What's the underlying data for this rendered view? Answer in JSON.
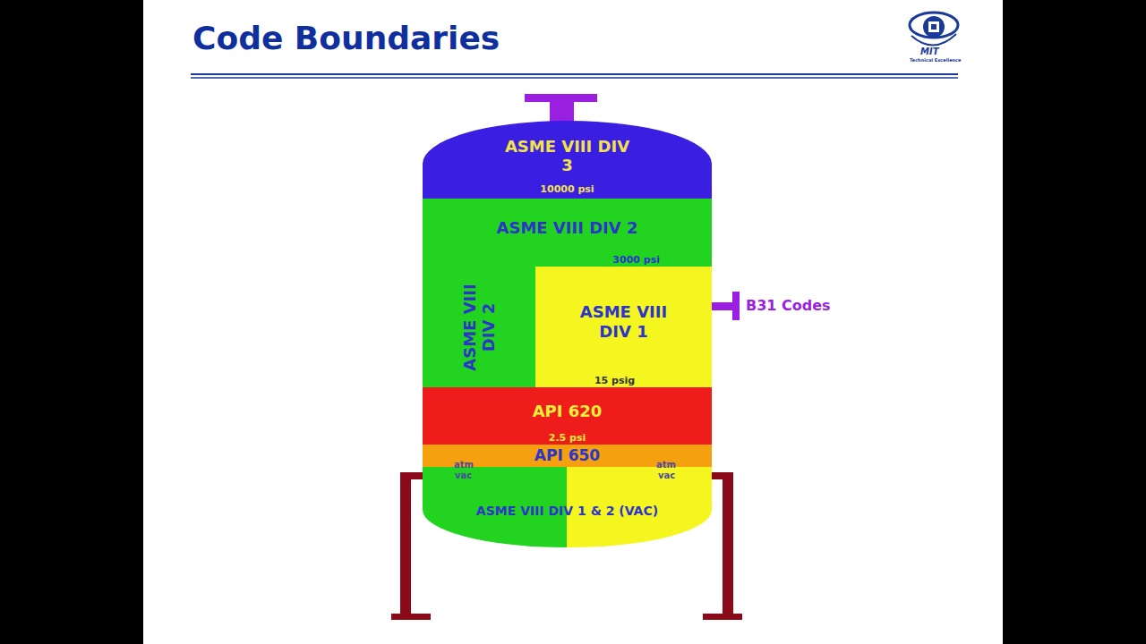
{
  "diagram": {
    "title": "Code Boundaries",
    "nodes": [
      {
        "text": [
          "ASME VIII DIV 3",
          "10000 psi"
        ]
      },
      {
        "text": [
          "ASME VIII DIV 2",
          "3000 psi"
        ]
      },
      {
        "text": [
          "ASME VIII DIV 2"
        ]
      },
      {
        "text": [
          "ASME VIII DIV 1",
          "15 psig"
        ]
      },
      {
        "text": [
          "API 620",
          "2.5 psi"
        ]
      },
      {
        "text": [
          "API 650"
        ]
      },
      {
        "text": [
          "ASME VIII DIV 1 & 2 (VAC)"
        ]
      }
    ],
    "labels": [
      "atm",
      "vac",
      "atm",
      "vac",
      "B31 Codes",
      "MIT",
      "Technical Excellence"
    ]
  }
}
